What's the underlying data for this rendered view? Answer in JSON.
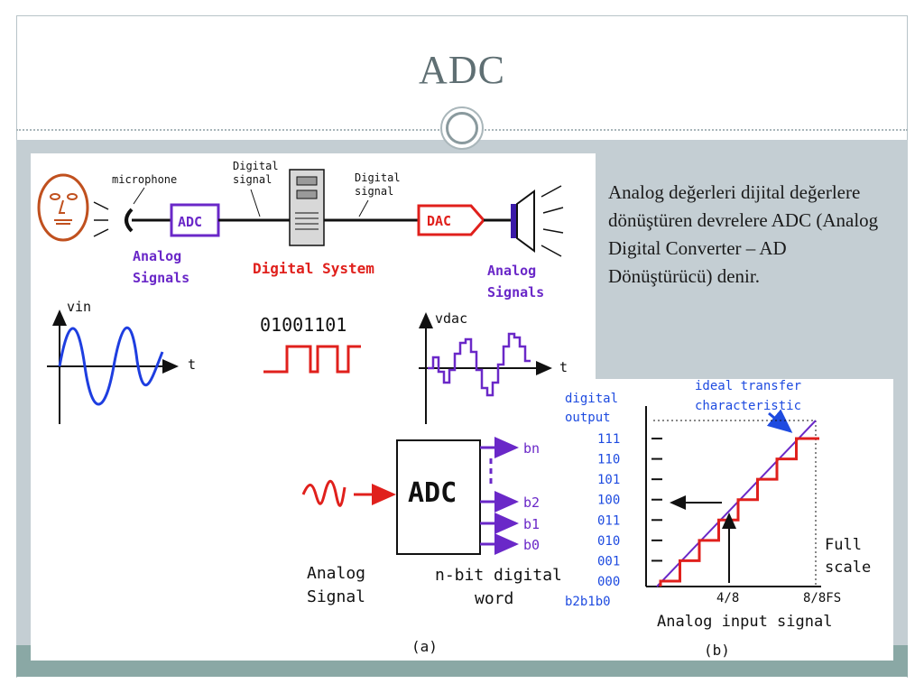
{
  "slide": {
    "title": "ADC",
    "description": "Analog değerleri dijital değerlere dönüştüren devrelere ADC (Analog Digital Converter – AD Dönüştürücü) denir."
  },
  "diagram_top": {
    "microphone": "microphone",
    "digital_signal_1": [
      "Digital",
      "signal"
    ],
    "digital_signal_2": [
      "Digital",
      "signal"
    ],
    "adc": "ADC",
    "dac": "DAC",
    "analog_signals_left": [
      "Analog",
      "Signals"
    ],
    "digital_system": "Digital System",
    "analog_signals_right": [
      "Analog",
      "Signals"
    ]
  },
  "waveforms": {
    "vin_label": "vin",
    "t_label_1": "t",
    "bits": "01001101",
    "vdac_label": "vdac",
    "t_label_2": "t"
  },
  "block_a": {
    "adc": "ADC",
    "outputs": [
      "bn",
      "b2",
      "b1",
      "b0"
    ],
    "input_label": [
      "Analog",
      "Signal"
    ],
    "output_label": [
      "n-bit digital",
      "word"
    ],
    "caption": "(a)"
  },
  "graph_b": {
    "ylabel": [
      "digital",
      "output"
    ],
    "annotation": [
      "ideal transfer",
      "characteristic"
    ],
    "codes": [
      "111",
      "110",
      "101",
      "100",
      "011",
      "010",
      "001",
      "000"
    ],
    "axis_code_label": "b2b1b0",
    "x_ticks": [
      "4/8",
      "8/8FS"
    ],
    "full_scale": [
      "Full",
      "scale"
    ],
    "xlabel": "Analog input signal",
    "caption": "(b)",
    "colors": {
      "staircase": "#e0201c",
      "ideal": "#6a28c8",
      "annotation": "#1e4be0"
    }
  }
}
